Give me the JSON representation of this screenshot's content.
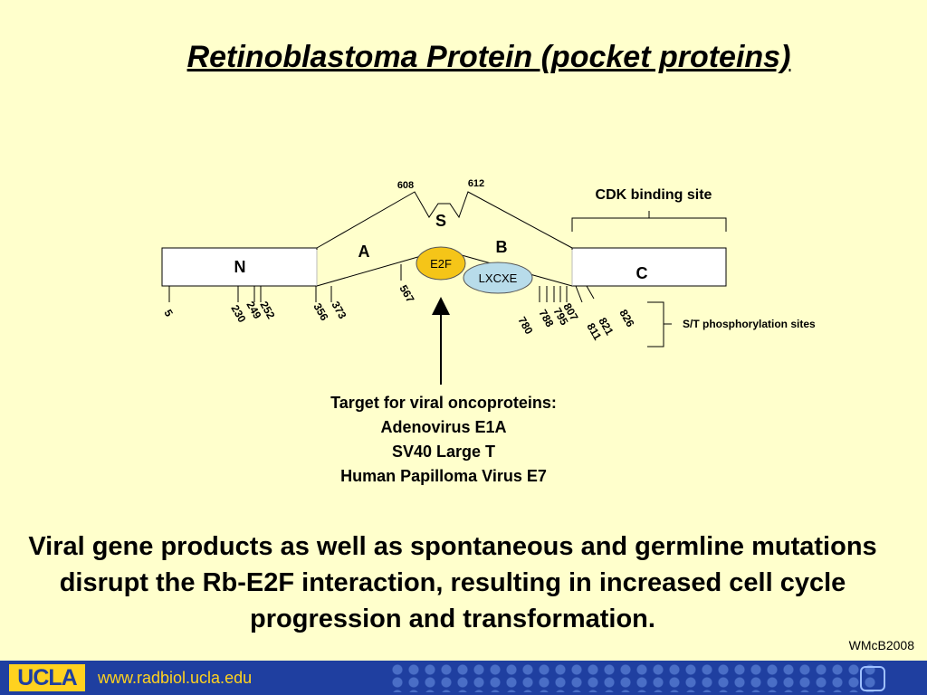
{
  "title": "Retinoblastoma Protein (pocket proteins)",
  "domains": {
    "n": "N",
    "a": "A",
    "s": "S",
    "b": "B",
    "c": "C",
    "e2f": "E2F",
    "lxcxe": "LXCXE",
    "spacer_start": "608",
    "spacer_end": "612"
  },
  "cdk_label": "CDK binding site",
  "phospho_label": "S/T phosphorylation sites",
  "sites": {
    "n_term": [
      "5",
      "230",
      "249",
      "252"
    ],
    "a_domain": [
      "356",
      "373"
    ],
    "b_domain": "567",
    "c_term": [
      "780",
      "788",
      "795",
      "807",
      "811",
      "821",
      "826"
    ]
  },
  "target": {
    "heading": "Target for viral oncoproteins:",
    "items": [
      "Adenovirus E1A",
      "SV40 Large T",
      "Human Papilloma Virus E7"
    ]
  },
  "summary": "Viral gene products as well as spontaneous and germline mutations disrupt the Rb-E2F interaction, resulting in increased cell cycle progression and transformation.",
  "credit": "WMcB2008",
  "footer": {
    "logo": "UCLA",
    "url": "www.radbiol.ucla.edu"
  },
  "colors": {
    "background": "#ffffcc",
    "e2f_fill": "#f5c518",
    "lxcxe_fill": "#b8dcea",
    "footer": "#1f3fa0",
    "logo": "#ffd21f"
  }
}
